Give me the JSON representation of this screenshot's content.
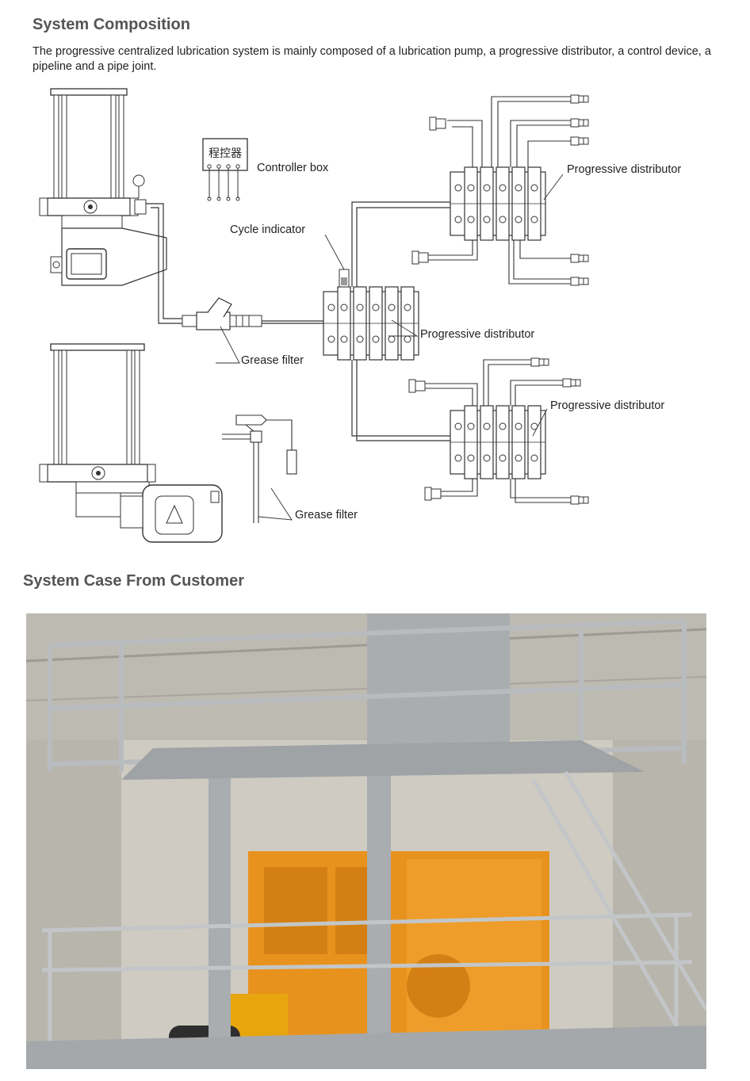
{
  "section1": {
    "title": "System Composition",
    "intro": "The progressive centralized lubrication system is mainly composed of a lubrication pump, a progressive distributor, a control device, a pipeline and a pipe joint."
  },
  "diagram": {
    "controller_chars": "程控器",
    "labels": {
      "controller_box": "Controller box",
      "cycle_indicator": "Cycle indicator",
      "grease_filter_1": "Grease filter",
      "grease_filter_2": "Grease filter",
      "progressive_distributor_center": "Progressive distributor",
      "progressive_distributor_top": "Progressive distributor",
      "progressive_distributor_bottom": "Progressive distributor"
    }
  },
  "section2": {
    "title": "System Case From Customer"
  },
  "colors": {
    "heading": "#555555",
    "machine_orange": "#e8921e",
    "steel": "#b9bcbf"
  }
}
